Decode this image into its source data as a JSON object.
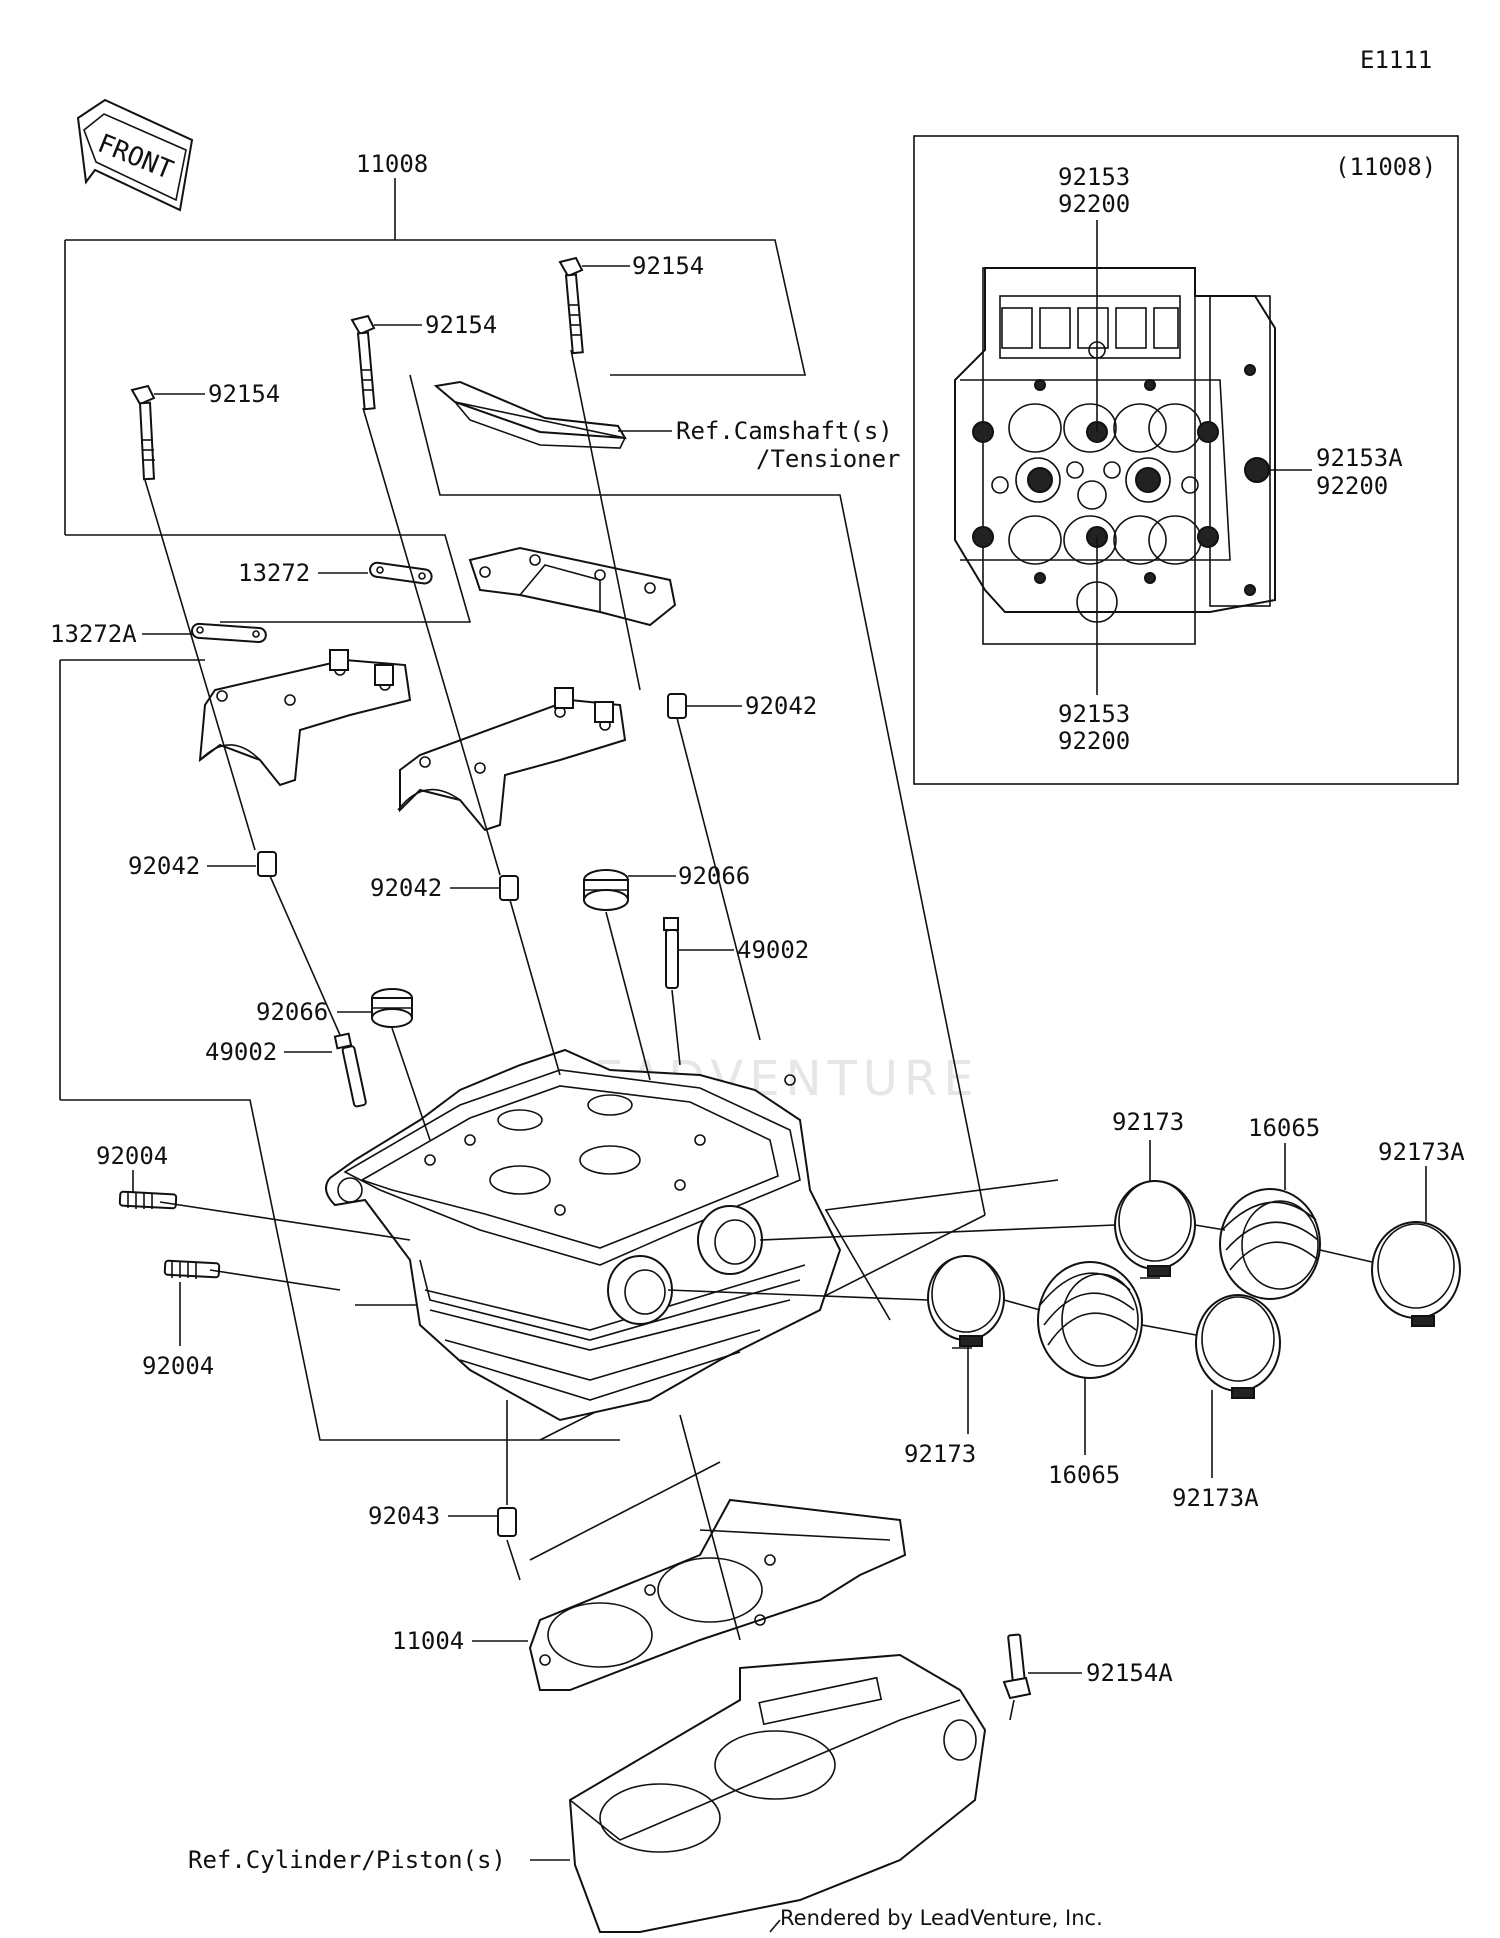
{
  "diagram_code": "E1111",
  "front_label": "FRONT",
  "inset_label": "(11008)",
  "watermark": "LEADVENTURE",
  "credit": "Rendered by LeadVenture, Inc.",
  "refs": {
    "camshaft_line1": "Ref.Camshaft(s)",
    "camshaft_line2": "/Tensioner",
    "cylinder": "Ref.Cylinder/Piston(s)"
  },
  "parts": [
    {
      "id": "p11008",
      "label": "11008"
    },
    {
      "id": "p92154a",
      "label": "92154"
    },
    {
      "id": "p92154b",
      "label": "92154"
    },
    {
      "id": "p92154c",
      "label": "92154"
    },
    {
      "id": "p13272",
      "label": "13272"
    },
    {
      "id": "p13272A",
      "label": "13272A"
    },
    {
      "id": "p92042a",
      "label": "92042"
    },
    {
      "id": "p92042b",
      "label": "92042"
    },
    {
      "id": "p92042c",
      "label": "92042"
    },
    {
      "id": "p92066a",
      "label": "92066"
    },
    {
      "id": "p92066b",
      "label": "92066"
    },
    {
      "id": "p49002a",
      "label": "49002"
    },
    {
      "id": "p49002b",
      "label": "49002"
    },
    {
      "id": "p92004a",
      "label": "92004"
    },
    {
      "id": "p92004b",
      "label": "92004"
    },
    {
      "id": "p92043",
      "label": "92043"
    },
    {
      "id": "p11004",
      "label": "11004"
    },
    {
      "id": "p92154A",
      "label": "92154A"
    },
    {
      "id": "p92173a",
      "label": "92173"
    },
    {
      "id": "p92173b",
      "label": "92173"
    },
    {
      "id": "p92173Aa",
      "label": "92173A"
    },
    {
      "id": "p92173Ab",
      "label": "92173A"
    },
    {
      "id": "p16065a",
      "label": "16065"
    },
    {
      "id": "p16065b",
      "label": "16065"
    }
  ],
  "inset_parts": [
    {
      "id": "i92153a",
      "label": "92153"
    },
    {
      "id": "i92200a",
      "label": "92200"
    },
    {
      "id": "i92153A",
      "label": "92153A"
    },
    {
      "id": "i92200b",
      "label": "92200"
    },
    {
      "id": "i92153b",
      "label": "92153"
    },
    {
      "id": "i92200c",
      "label": "92200"
    }
  ]
}
